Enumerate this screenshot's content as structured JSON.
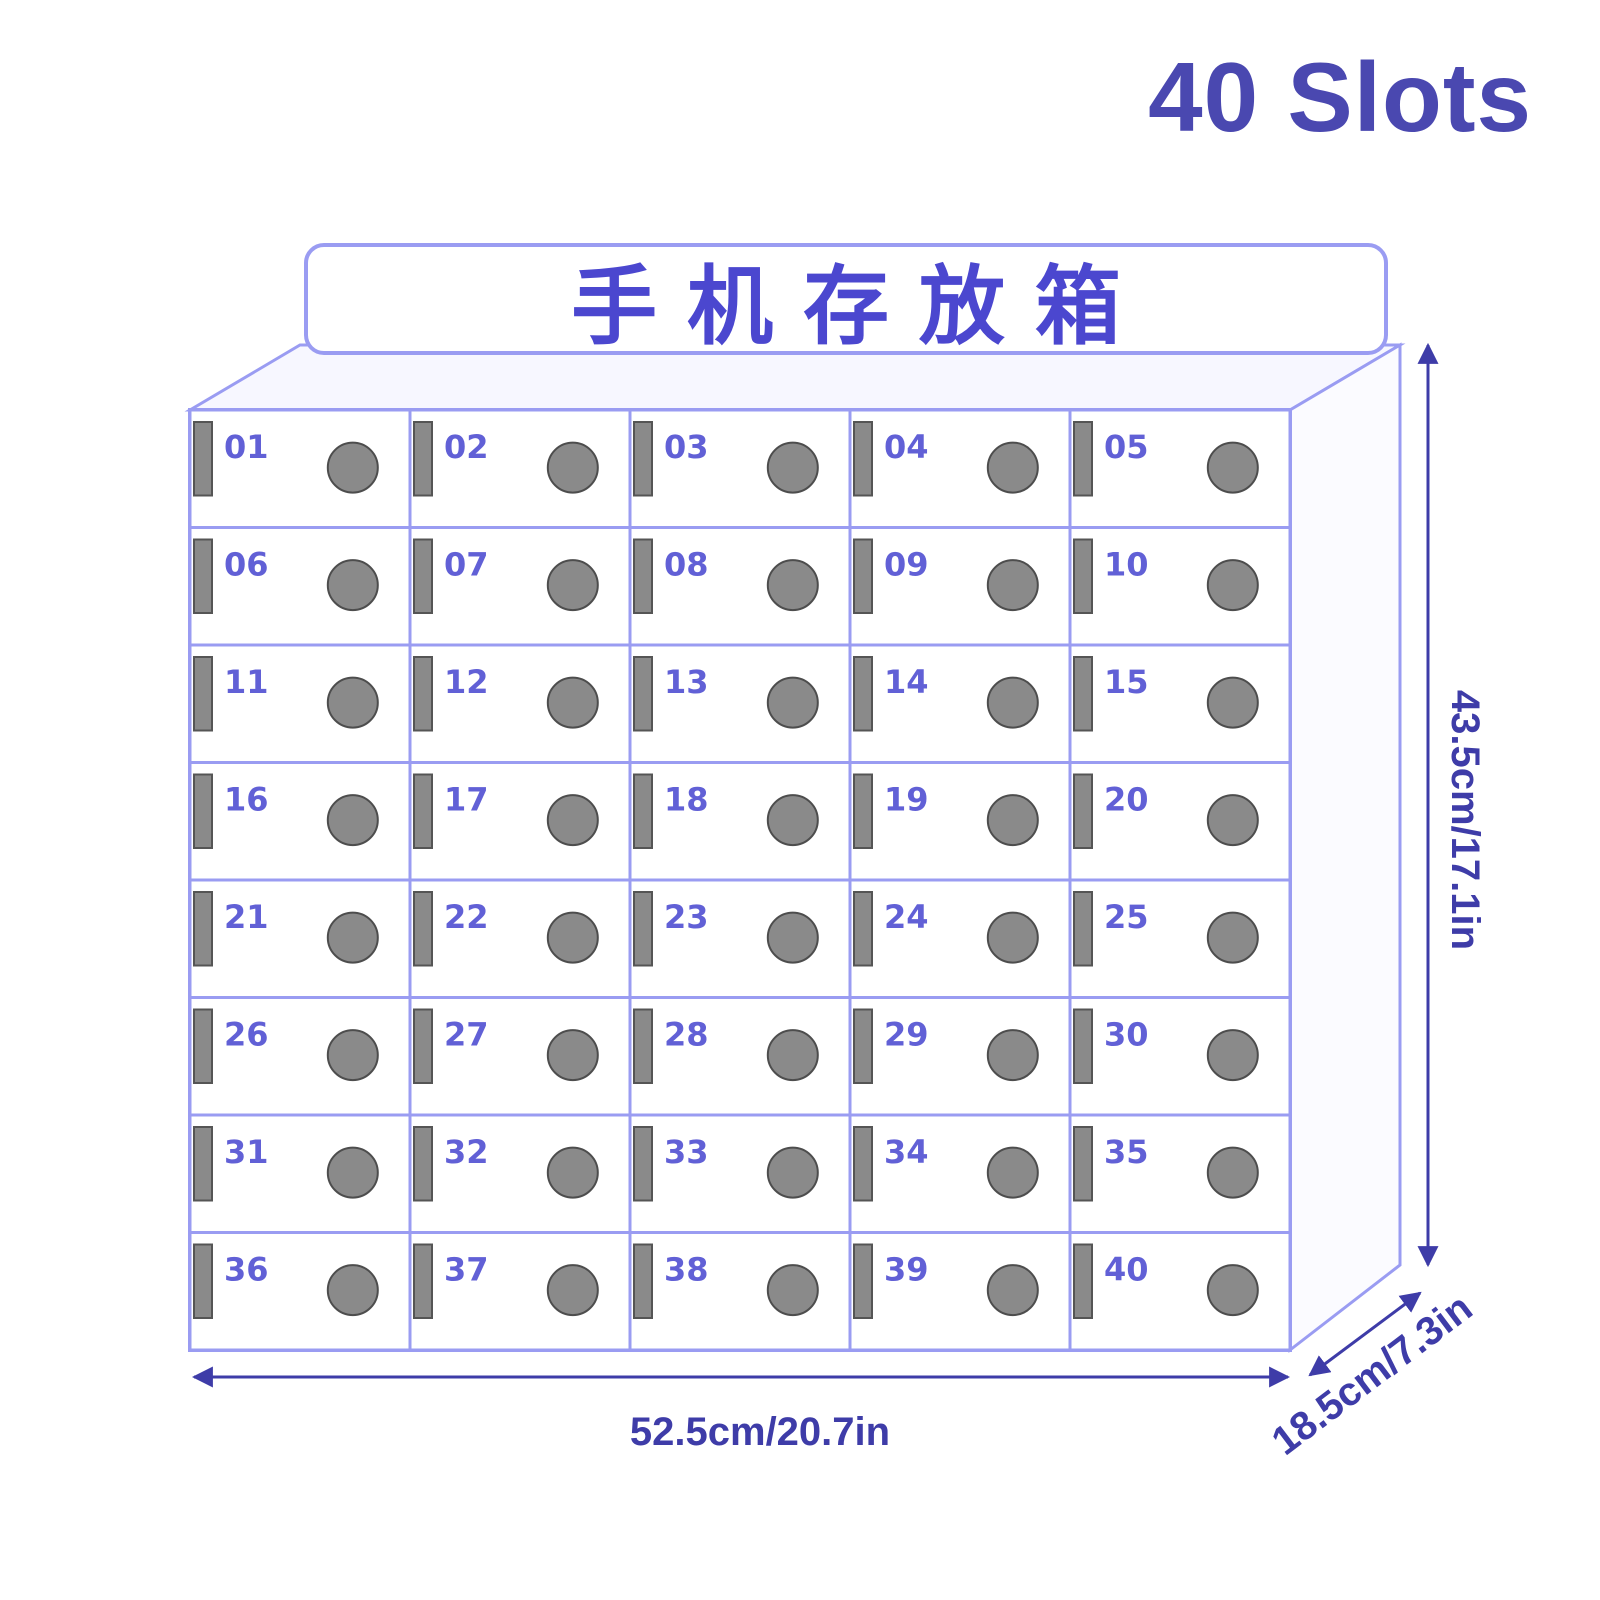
{
  "headline": "40 Slots",
  "sign_text": "手 机 存 放 箱",
  "slots": [
    "01",
    "02",
    "03",
    "04",
    "05",
    "06",
    "07",
    "08",
    "09",
    "10",
    "11",
    "12",
    "13",
    "14",
    "15",
    "16",
    "17",
    "18",
    "19",
    "20",
    "21",
    "22",
    "23",
    "24",
    "25",
    "26",
    "27",
    "28",
    "29",
    "30",
    "31",
    "32",
    "33",
    "34",
    "35",
    "36",
    "37",
    "38",
    "39",
    "40"
  ],
  "grid": {
    "columns": 5,
    "rows": 8
  },
  "dimensions": {
    "width": "52.5cm/20.7in",
    "height": "43.5cm/17.1in",
    "depth": "18.5cm/7.3in"
  },
  "colors": {
    "outline": "#9a9cf2",
    "accent": "#4a48b0",
    "lock": "#8a8a8a",
    "dimension": "#3e3ca8"
  }
}
